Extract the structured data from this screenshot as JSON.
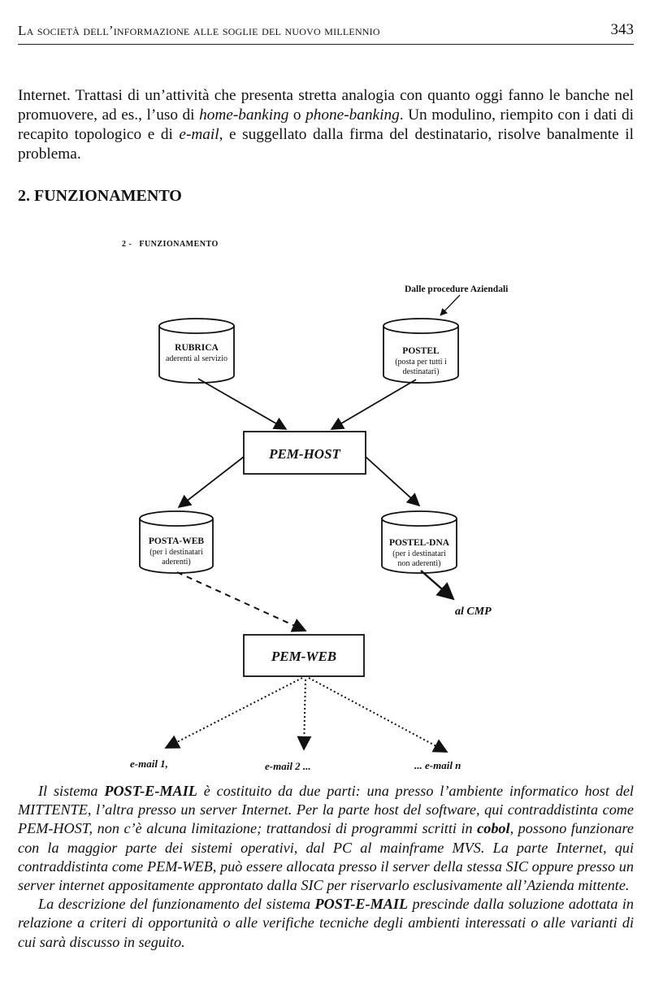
{
  "header": {
    "running_title": "La società dell’informazione alle soglie del nuovo millennio",
    "page_number": "343"
  },
  "intro": {
    "t1": "Internet. Trattasi di un’attività che presenta stretta analogia con quanto oggi fanno le banche nel promuovere, ad es., l’uso di ",
    "home_banking": "home-banking",
    "t2": " o ",
    "phone_banking": "phone-banking",
    "t3": ". Un modulino, riempito con i dati di recapito topologico e di ",
    "email": "e-mail",
    "t4": ", e suggellato dalla firma del destinatario, risolve banalmente il problema."
  },
  "section_heading": "2. FUNZIONAMENTO",
  "diagram": {
    "figure_label": "2 -   FUNZIONAMENTO",
    "source_note": "Dalle procedure Aziendali",
    "rubrica": {
      "title": "RUBRICA",
      "subtitle": "aderenti al servizio"
    },
    "postel": {
      "title": "POSTEL",
      "line1": "(posta per tutti i",
      "line2": "destinatari)"
    },
    "pem_host": "PEM-HOST",
    "posta_web": {
      "title": "POSTA-WEB",
      "line1": "(per i destinatari",
      "line2": "aderenti)"
    },
    "postel_dna": {
      "title": "POSTEL-DNA",
      "line1": "(per i destinatari",
      "line2": "non aderenti)"
    },
    "al_cmp": "al CMP",
    "pem_web": "PEM-WEB",
    "email_1": "e-mail 1,",
    "email_2": "e-mail 2 ...",
    "email_n": "... e-mail n"
  },
  "body": {
    "p1_a": "Il sistema ",
    "p1_b": "POST-E-MAIL",
    "p1_c": " è costituito da due parti: una presso l’ambiente informatico host del MITTENTE, l’altra presso un server Internet. Per la parte host del software, qui contraddistinta come PEM-HOST, non c’è alcuna limitazione; trattandosi di programmi scritti in ",
    "p1_d": "cobol",
    "p1_e": ", possono funzionare con la maggior parte dei sistemi operativi, dal PC al mainframe MVS. La parte Internet, qui contraddistinta come PEM-WEB, può essere allocata presso il server della stessa SIC oppure presso un server internet appositamente approntato dalla SIC per riservarlo esclusivamente all’Azienda mittente.",
    "p2_a": "La descrizione del funzionamento del sistema ",
    "p2_b": "POST-E-MAIL",
    "p2_c": " prescinde dalla soluzione adottata in relazione a criteri di opportunità o alle verifiche tecniche degli ambienti interessati o alle varianti di cui sarà discusso in seguito."
  }
}
